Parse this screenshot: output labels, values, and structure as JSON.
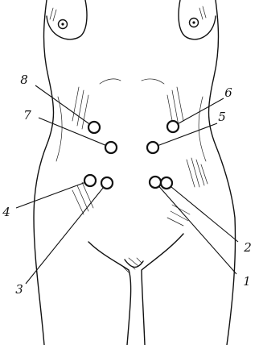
{
  "diagram": {
    "ports": [
      {
        "id": "port-1",
        "label": "1"
      },
      {
        "id": "port-2",
        "label": "2"
      },
      {
        "id": "port-3",
        "label": "3"
      },
      {
        "id": "port-4",
        "label": "4"
      },
      {
        "id": "port-5",
        "label": "5"
      },
      {
        "id": "port-6",
        "label": "6"
      },
      {
        "id": "port-7",
        "label": "7"
      },
      {
        "id": "port-8",
        "label": "8"
      }
    ]
  }
}
